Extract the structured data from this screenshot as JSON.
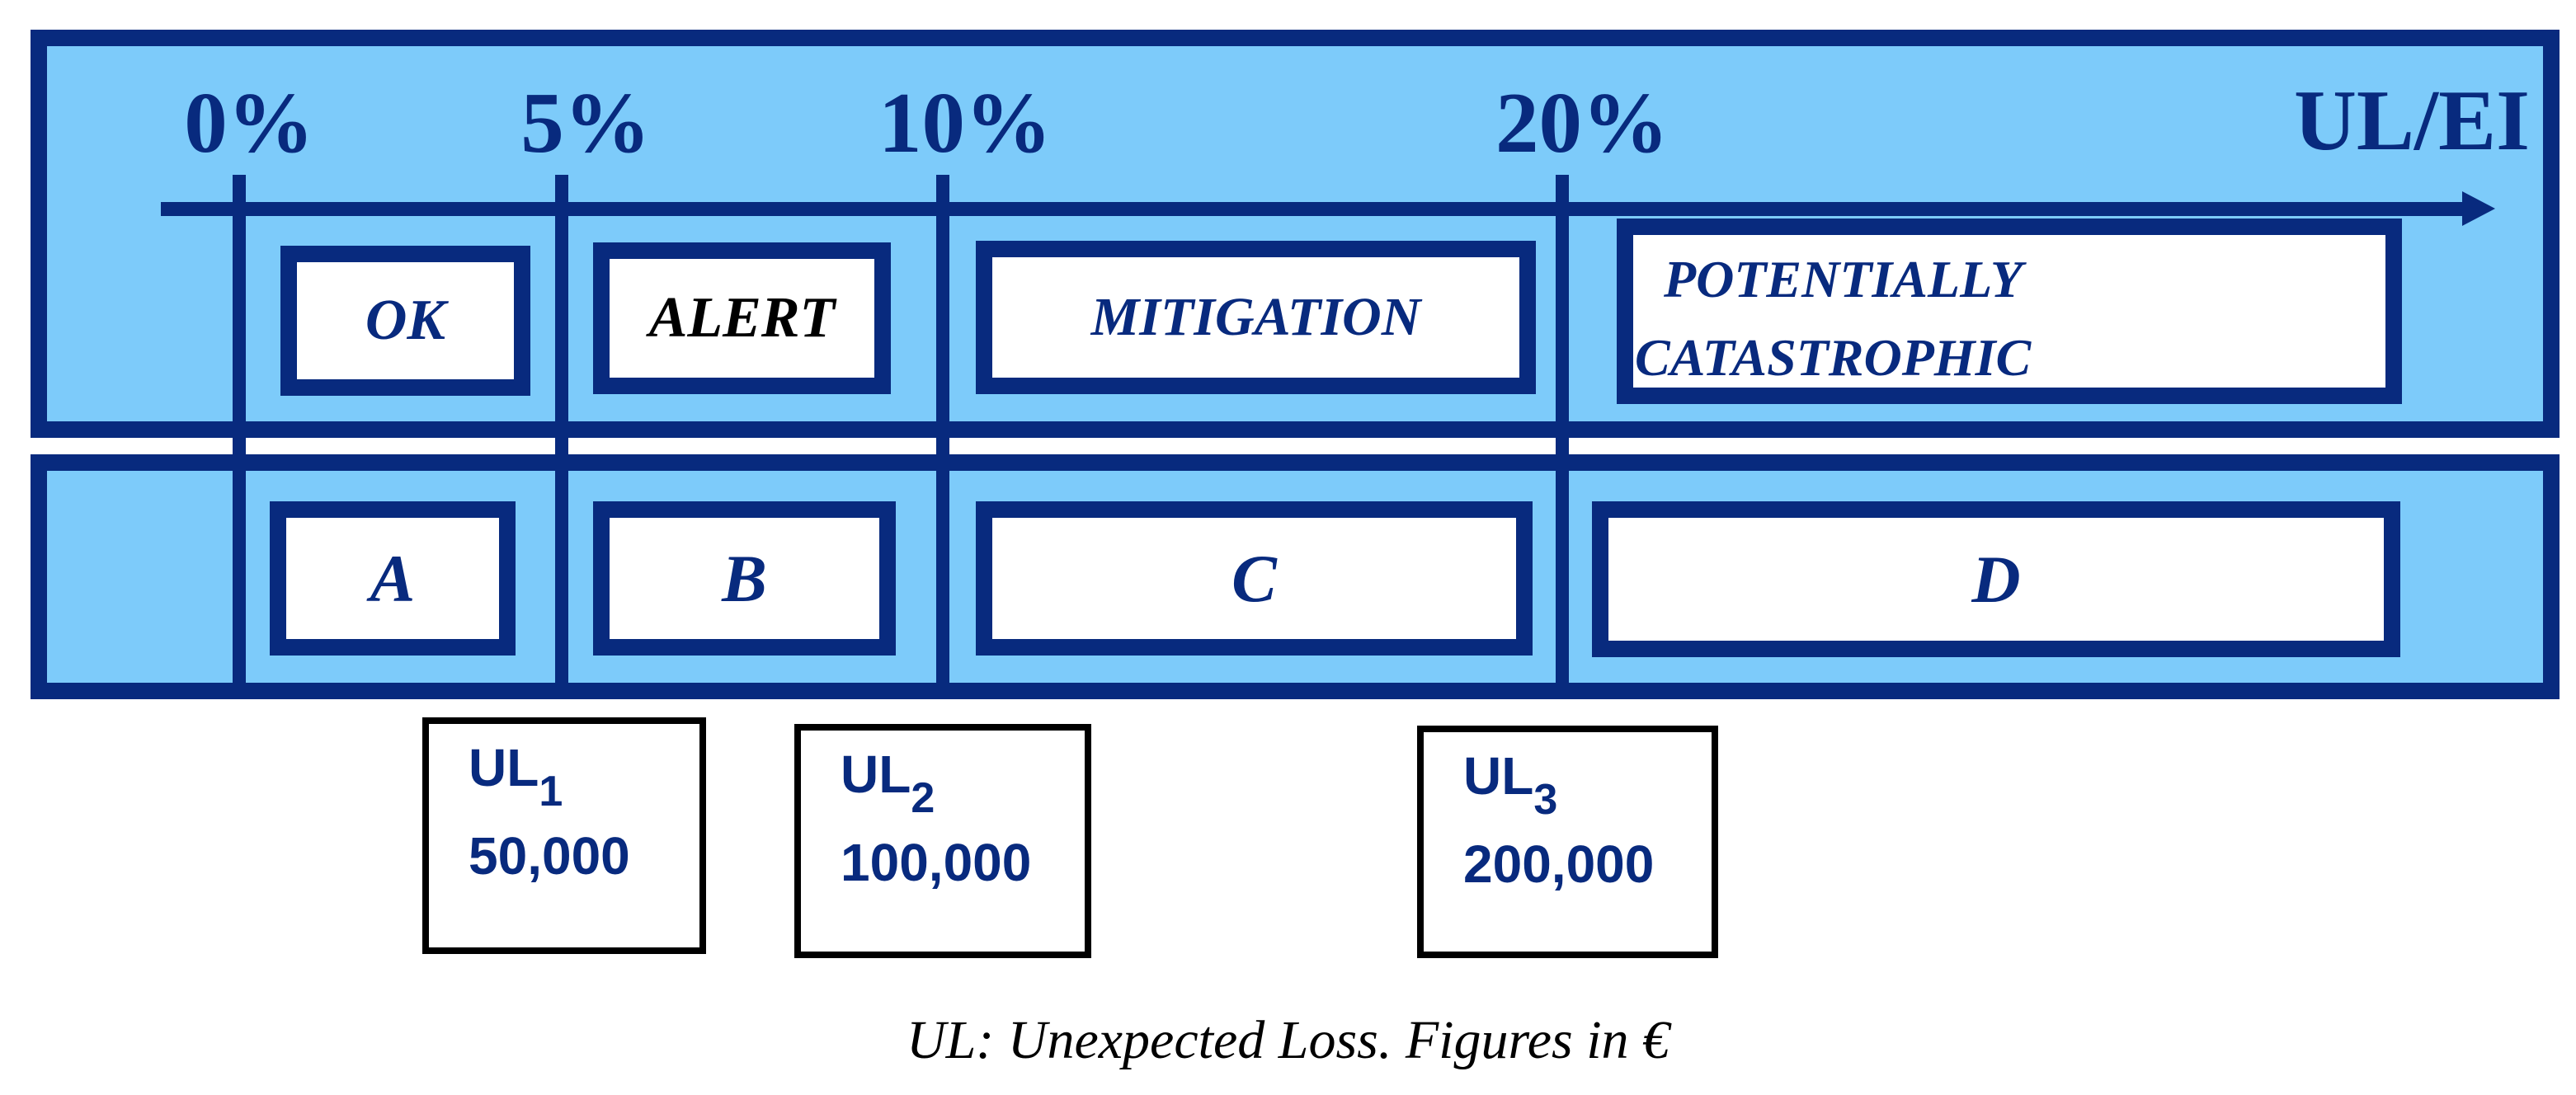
{
  "colors": {
    "page_background": "#FFFFFF",
    "panel_fill": "#7DCBFA",
    "navy": "#082A7E",
    "box_fill": "#FFFFFF",
    "alert_text": "#000000",
    "caption_text": "#000000"
  },
  "axis": {
    "end_label": "UL/EI",
    "ticks": [
      {
        "label": "0%"
      },
      {
        "label": "5%"
      },
      {
        "label": "10%"
      },
      {
        "label": "20%"
      }
    ]
  },
  "zones": [
    {
      "id": "ok",
      "label": "OK"
    },
    {
      "id": "alert",
      "label": "ALERT"
    },
    {
      "id": "mitigation",
      "label": "MITIGATION"
    },
    {
      "id": "potentially-catastrophic",
      "line1": "POTENTIALLY",
      "line2": "CATASTROPHIC"
    }
  ],
  "categories": [
    {
      "label": "A"
    },
    {
      "label": "B"
    },
    {
      "label": "C"
    },
    {
      "label": "D"
    }
  ],
  "ul_boxes": [
    {
      "name": "UL",
      "sub": "1",
      "value": "50,000"
    },
    {
      "name": "UL",
      "sub": "2",
      "value": "100,000"
    },
    {
      "name": "UL",
      "sub": "3",
      "value": "200,000"
    }
  ],
  "caption": {
    "text": "UL: Unexpected Loss. Figures in €"
  }
}
